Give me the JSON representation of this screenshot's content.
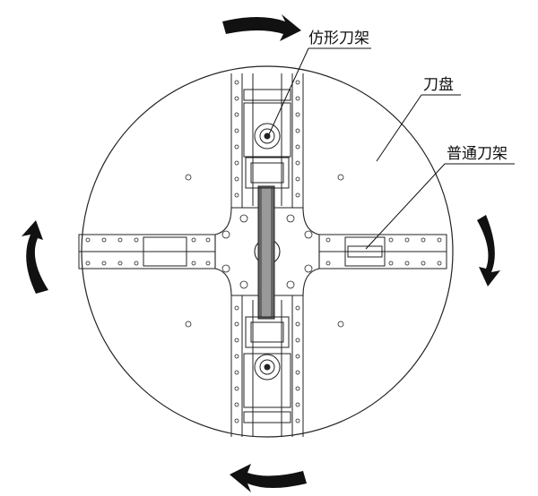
{
  "labels": {
    "profile_holder": "仿形刀架",
    "cutter_disc": "刀盘",
    "normal_holder": "普通刀架"
  },
  "colors": {
    "line": "#222222",
    "arrow": "#111111",
    "background": "#ffffff"
  },
  "icons": {
    "rotation": "curved-arrow-icon"
  }
}
